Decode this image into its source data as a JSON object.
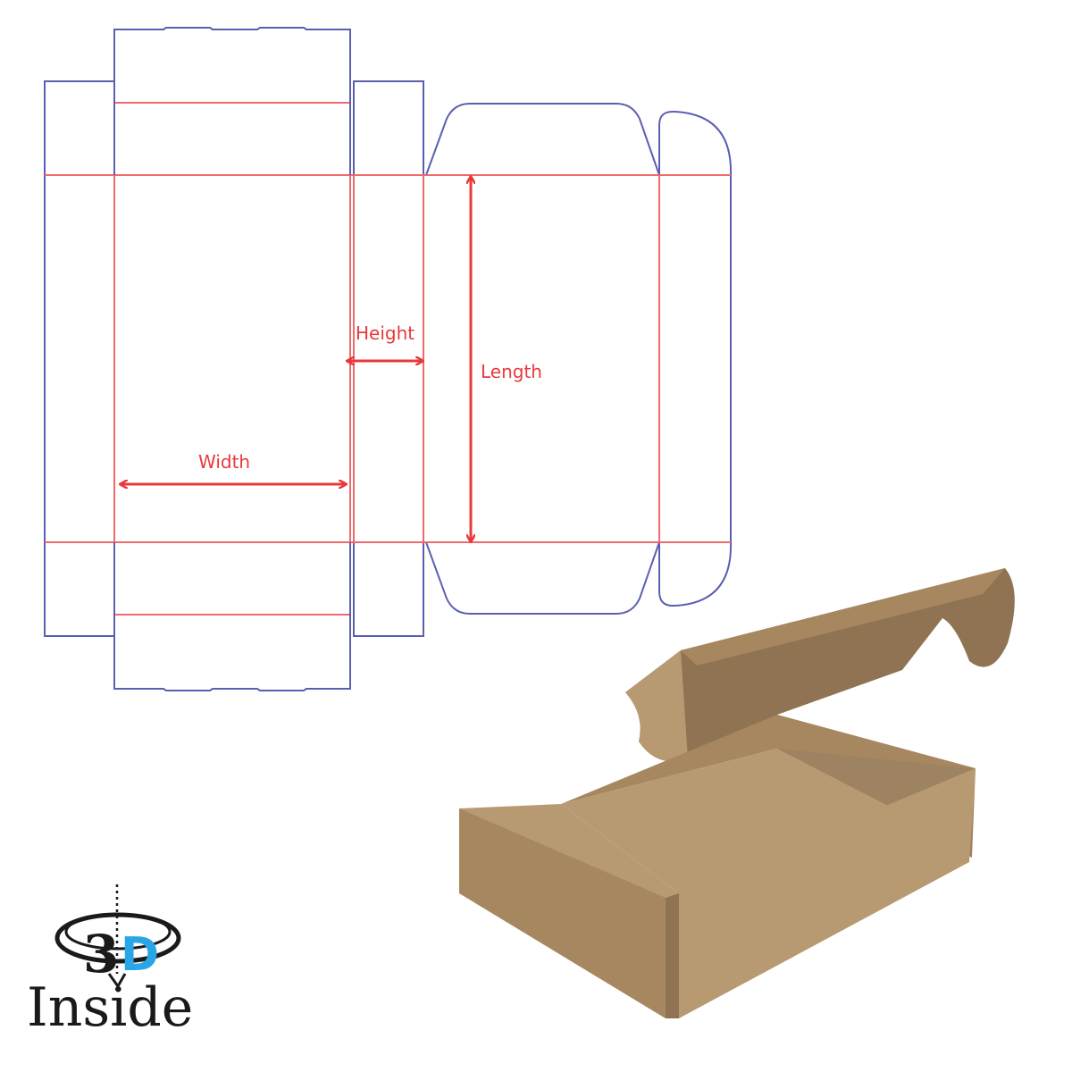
{
  "dieline": {
    "labels": {
      "height": "Height",
      "length": "Length",
      "width": "Width"
    },
    "colors": {
      "cut_line": "#5b5fb0",
      "fold_line": "#f06a6c",
      "dimension": "#e8393b"
    }
  },
  "box_render": {
    "colors": {
      "kraft_light": "#b89a72",
      "kraft_mid": "#a68760",
      "kraft_dark": "#8f7352",
      "kraft_inside": "#9e8363"
    }
  },
  "logo": {
    "mark_digit": "3",
    "mark_letter": "D",
    "wordmark": "Inside",
    "colors": {
      "ink": "#1a1a1a",
      "accent": "#29a6e8"
    }
  }
}
